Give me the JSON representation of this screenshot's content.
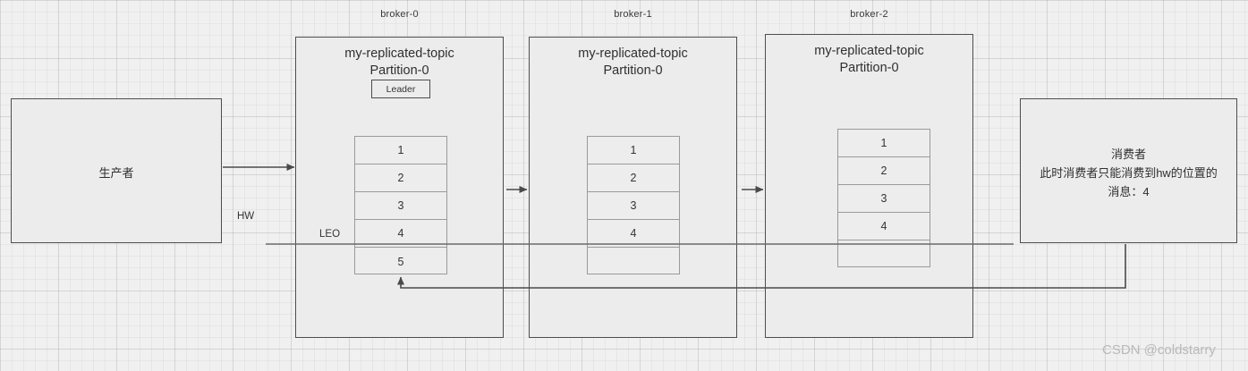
{
  "diagram": {
    "title": "Kafka HW/LEO replication",
    "watermark": "CSDN @coldstarry",
    "colors": {
      "background": "#f0f0f0",
      "box_fill": "#ececec",
      "box_border": "#4d4d4d",
      "cell_border": "#9a9a9a",
      "line": "#555555",
      "text": "#2f2f2f",
      "watermark": "#b9b9b9"
    }
  },
  "producer": {
    "label": "生产者"
  },
  "consumer": {
    "line1": "消费者",
    "line2": "此时消费者只能消费到hw的位置的",
    "line3": "消息：4"
  },
  "markers": {
    "hw_label": "HW",
    "leo_label": "LEO"
  },
  "brokers": [
    {
      "name": "broker-0",
      "topic": "my-replicated-topic",
      "partition": "Partition-0",
      "role_badge": "Leader",
      "cells": [
        "1",
        "2",
        "3",
        "4",
        "5"
      ]
    },
    {
      "name": "broker-1",
      "topic": "my-replicated-topic",
      "partition": "Partition-0",
      "role_badge": null,
      "cells": [
        "1",
        "2",
        "3",
        "4",
        ""
      ]
    },
    {
      "name": "broker-2",
      "topic": "my-replicated-topic",
      "partition": "Partition-0",
      "role_badge": null,
      "cells": [
        "1",
        "2",
        "3",
        "4",
        ""
      ]
    }
  ]
}
